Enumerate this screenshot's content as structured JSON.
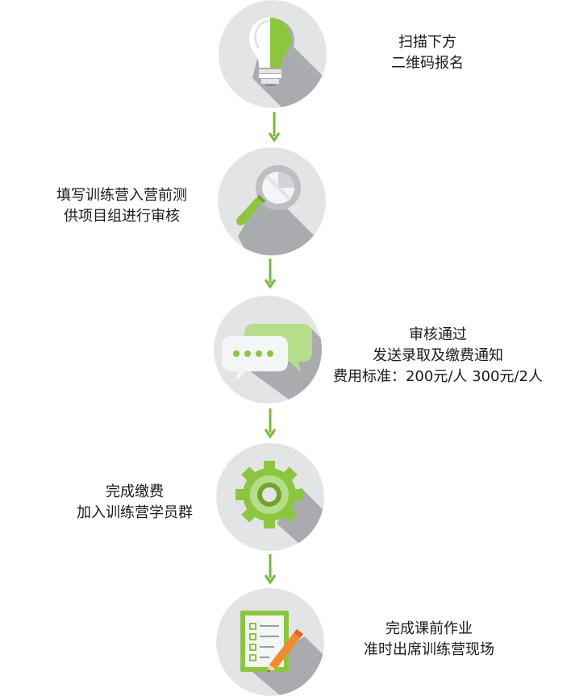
{
  "steps": [
    {
      "icon": "lightbulb-icon",
      "lines": [
        "扫描下方",
        "二维码报名"
      ]
    },
    {
      "icon": "magnifier-icon",
      "lines": [
        "填写训练营入营前测",
        "供项目组进行审核"
      ]
    },
    {
      "icon": "chat-bubbles-icon",
      "lines": [
        "审核通过",
        "发送录取及缴费通知",
        "费用标准：200元/人   300元/2人"
      ]
    },
    {
      "icon": "gear-icon",
      "lines": [
        "完成缴费",
        "加入训练营学员群"
      ]
    },
    {
      "icon": "checklist-icon",
      "lines": [
        "完成课前作业",
        "准时出席训练营现场"
      ]
    }
  ],
  "colors": {
    "circle": "#e3e4e6",
    "shadow": "#a9abaf",
    "green": "#8cc63f",
    "light_green": "#b5dd8a",
    "arrow": "#78b83c"
  }
}
